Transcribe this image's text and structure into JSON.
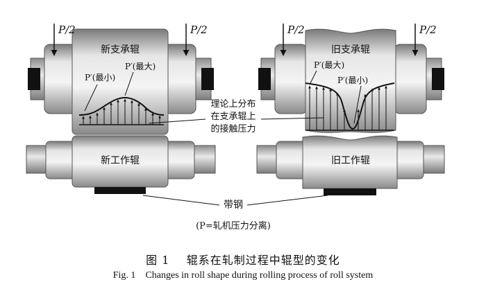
{
  "labels": {
    "load": "P/2",
    "new_backup_roll": "新支承辊",
    "old_backup_roll": "旧支承辊",
    "new_work_roll": "新工作辊",
    "old_work_roll": "旧工作辊",
    "p_min": "P′(最小)",
    "p_max": "P′(最大)",
    "contact_note_1": "理论上分布",
    "contact_note_2": "在支承辊上",
    "contact_note_3": "的接触压力",
    "strip": "带钢",
    "legend": "(P=轧机压力分离)"
  },
  "caption": {
    "cn_number": "图 1",
    "cn_text": "辊系在轧制过程中辊型的变化",
    "en_number": "Fig. 1",
    "en_text": "Changes in roll shape during rolling process of roll system"
  }
}
